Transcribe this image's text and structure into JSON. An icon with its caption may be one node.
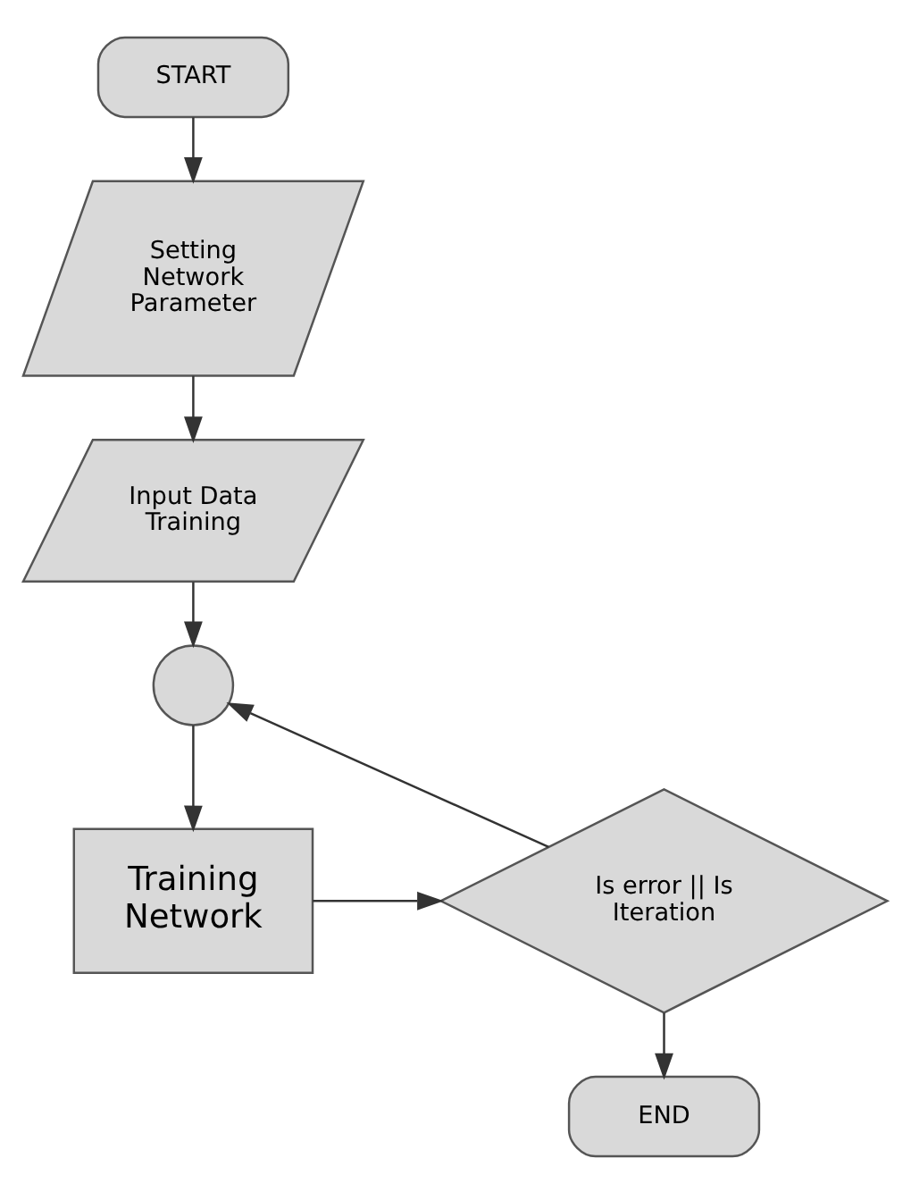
{
  "diagram": {
    "nodes": [
      {
        "text": [
          "START"
        ]
      },
      {
        "text": [
          "Setting Network Parameter"
        ]
      },
      {
        "text": [
          "Input Data Training"
        ]
      },
      {
        "text": [],
        "shape": "circle"
      },
      {
        "text": [
          "Training Network"
        ]
      },
      {
        "text": [
          "Is error || Is Iteration"
        ]
      },
      {
        "text": [
          "END"
        ]
      }
    ],
    "edges": [
      {
        "from": 0,
        "to": 1,
        "arrow": "to"
      },
      {
        "from": 1,
        "to": 2,
        "arrow": "to"
      },
      {
        "from": 2,
        "to": 3,
        "arrow": "to"
      },
      {
        "from": 3,
        "to": 4,
        "arrow": "to"
      },
      {
        "from": 4,
        "to": 5,
        "arrow": "to"
      },
      {
        "from": 5,
        "to": 3,
        "arrow": "to"
      },
      {
        "from": 5,
        "to": 6,
        "arrow": "to"
      }
    ]
  }
}
